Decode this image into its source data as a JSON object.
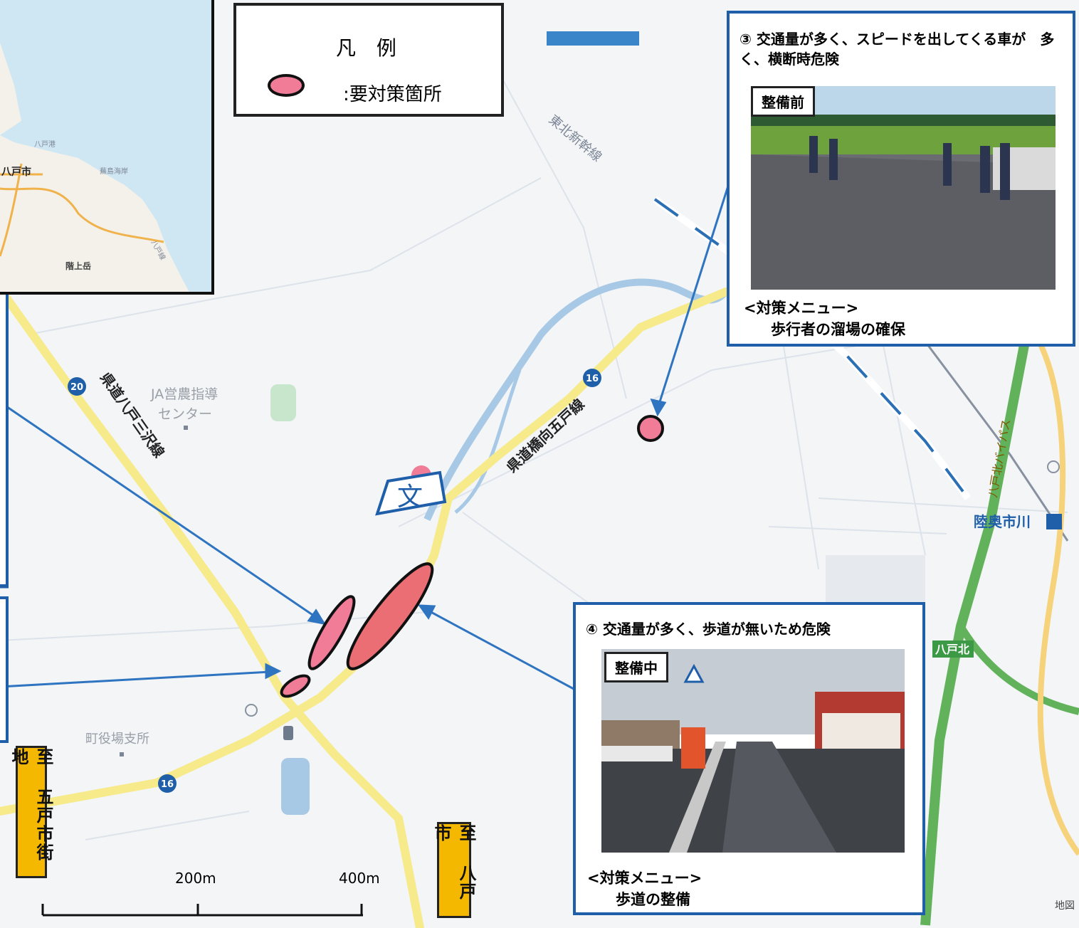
{
  "legend": {
    "title": "凡 例",
    "entry": ":要対策箇所"
  },
  "callout3": {
    "title": "③ 交通量が多く、スピードを出してくる車が　多く、横断時危険",
    "photo_tag": "整備前",
    "menu_head": "<対策メニュー>",
    "menu_item": "歩行者の溜場の確保"
  },
  "callout4": {
    "title": "④ 交通量が多く、歩道が無いため危険",
    "photo_tag": "整備中",
    "menu_head": "<対策メニュー>",
    "menu_item": "歩道の整備"
  },
  "map_labels": {
    "shinkansen": "東北新幹線",
    "route_hachinohe_misawa": "県道八戸三沢線",
    "route_hashimuki_gonohe": "県道橋向五戸線",
    "ja_center_1": "JA営農指導",
    "ja_center_2": "センター",
    "town_office": "町役場支所",
    "station": "陸奥市川",
    "hachinohe_kita": "八戸北",
    "bypass": "八戸北バイパス",
    "route20": "20",
    "route16a": "16",
    "route16b": "16",
    "school": "文",
    "inset_city": "八戸市",
    "inset_port": "八戸港",
    "inset_islet": "蕪島海岸",
    "inset_mountain": "階上岳",
    "inset_line": "八戸線",
    "credit": "地図"
  },
  "directions": {
    "gonohe": "至 五戸市街地",
    "hachinohe": "至 八戸市"
  },
  "scale": {
    "label_mid": "200m",
    "label_end": "400m"
  },
  "colors": {
    "hazard_fill": "#f07c98",
    "callout_border": "#1f5ea8",
    "road_yellow": "#f6ea8a",
    "direction_bg": "#f5b800"
  }
}
